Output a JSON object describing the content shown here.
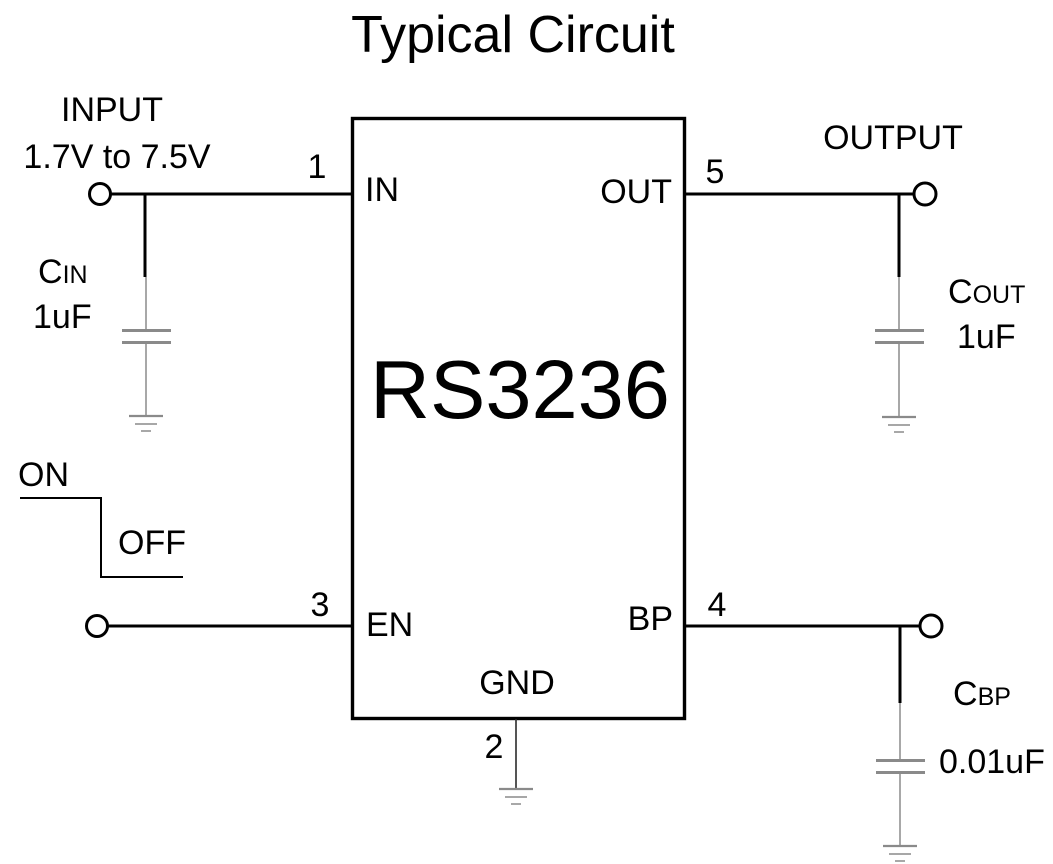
{
  "title": "Typical Circuit",
  "ic": {
    "name": "RS3236",
    "pins": {
      "in": {
        "number": "1",
        "label": "IN"
      },
      "gnd": {
        "number": "2",
        "label": "GND"
      },
      "en": {
        "number": "3",
        "label": "EN"
      },
      "bp": {
        "number": "4",
        "label": "BP"
      },
      "out": {
        "number": "5",
        "label": "OUT"
      }
    }
  },
  "input": {
    "label": "INPUT",
    "range": "1.7V to 7.5V"
  },
  "output": {
    "label": "OUTPUT"
  },
  "enable": {
    "high_label": "ON",
    "low_label": "OFF"
  },
  "capacitors": {
    "cin": {
      "symbol": "C",
      "subscript": "IN",
      "value": "1uF"
    },
    "cout": {
      "symbol": "C",
      "subscript": "OUT",
      "value": "1uF"
    },
    "cbp": {
      "symbol": "C",
      "subscript": "BP",
      "value": "0.01uF"
    }
  },
  "colors": {
    "wire": "#000000",
    "component": "#8a8a8a"
  }
}
